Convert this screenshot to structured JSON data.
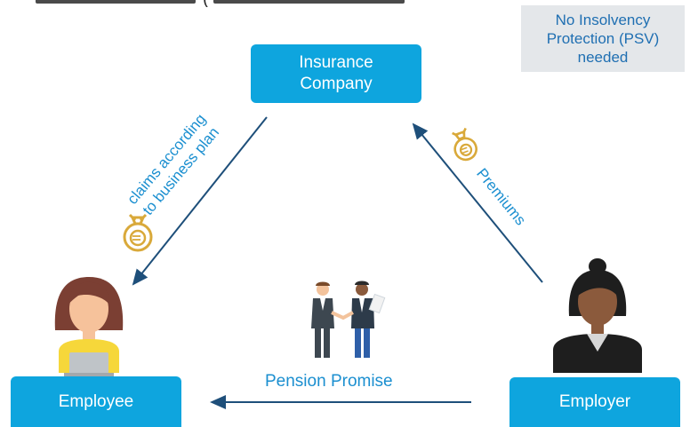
{
  "header_text": "(",
  "note": {
    "lines": [
      "No Insolvency",
      "Protection (PSV)",
      "needed"
    ]
  },
  "nodes": {
    "insurance": {
      "lines": [
        "Insurance",
        "Company"
      ]
    },
    "employee": {
      "label": "Employee"
    },
    "employer": {
      "label": "Employer"
    }
  },
  "edges": {
    "claims": {
      "lines": [
        "claims according",
        "to business plan"
      ]
    },
    "premiums": {
      "label": "Premiums"
    },
    "pension": {
      "label": "Pension Promise"
    }
  },
  "colors": {
    "accent": "#0ea5de",
    "arrow": "#1e4f7a",
    "money_bag": "#d9a93a",
    "note_bg": "#e4e7ea"
  },
  "icons": [
    "money-bag-euro-icon",
    "handshake-icon",
    "female-employee-icon",
    "female-employer-icon"
  ]
}
